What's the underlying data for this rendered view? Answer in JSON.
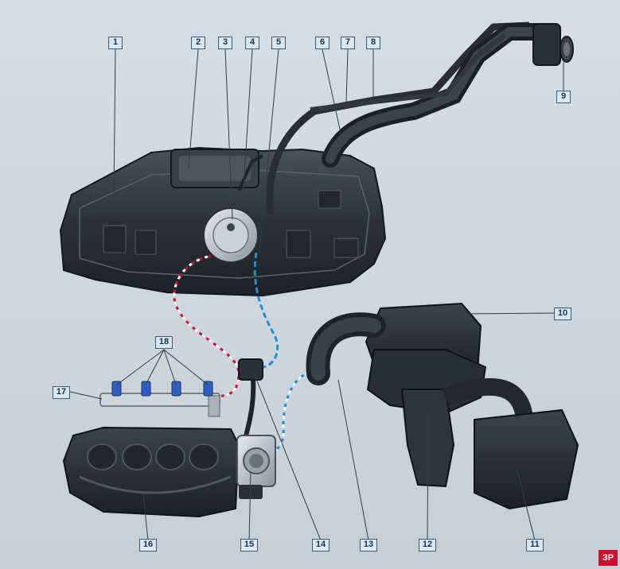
{
  "callouts": [
    "1",
    "2",
    "3",
    "4",
    "5",
    "6",
    "7",
    "8",
    "9",
    "10",
    "11",
    "12",
    "13",
    "14",
    "15",
    "16",
    "17",
    "18"
  ],
  "logo": "ЗР",
  "colors": {
    "callout_border": "#2f5f85",
    "callout_fill": "#dbe6ee",
    "fuel_line": "#c8102e",
    "return_line": "#1f8fd0",
    "leader": "#333d47",
    "injector": "#2f5fc0"
  }
}
